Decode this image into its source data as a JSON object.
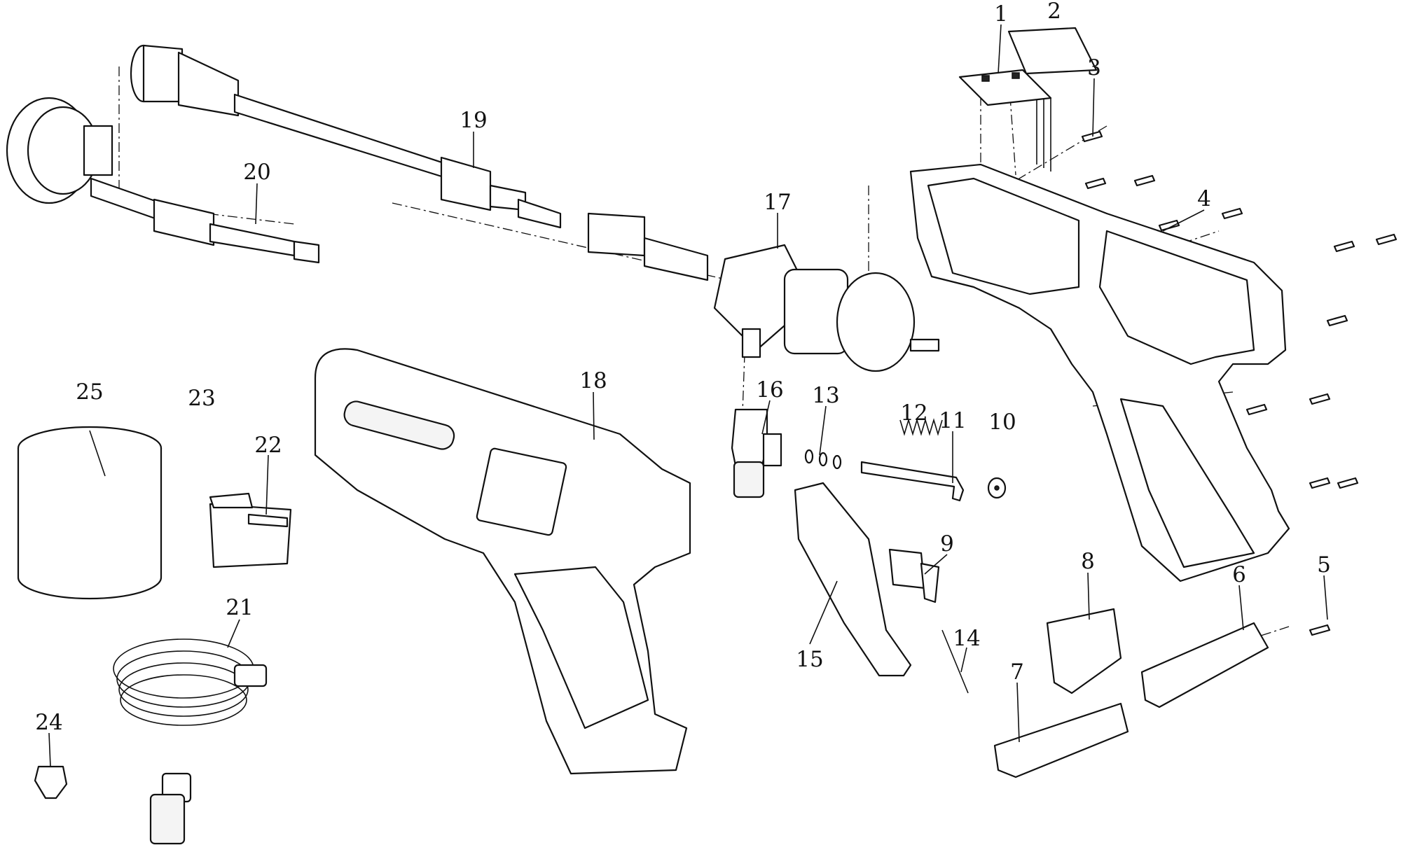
{
  "diagram": {
    "type": "exploded-parts-view",
    "labels": [
      "1",
      "2",
      "3",
      "4",
      "5",
      "6",
      "7",
      "8",
      "9",
      "10",
      "11",
      "12",
      "13",
      "14",
      "15",
      "16",
      "17",
      "18",
      "19",
      "20",
      "21",
      "22",
      "23",
      "24",
      "25"
    ]
  }
}
